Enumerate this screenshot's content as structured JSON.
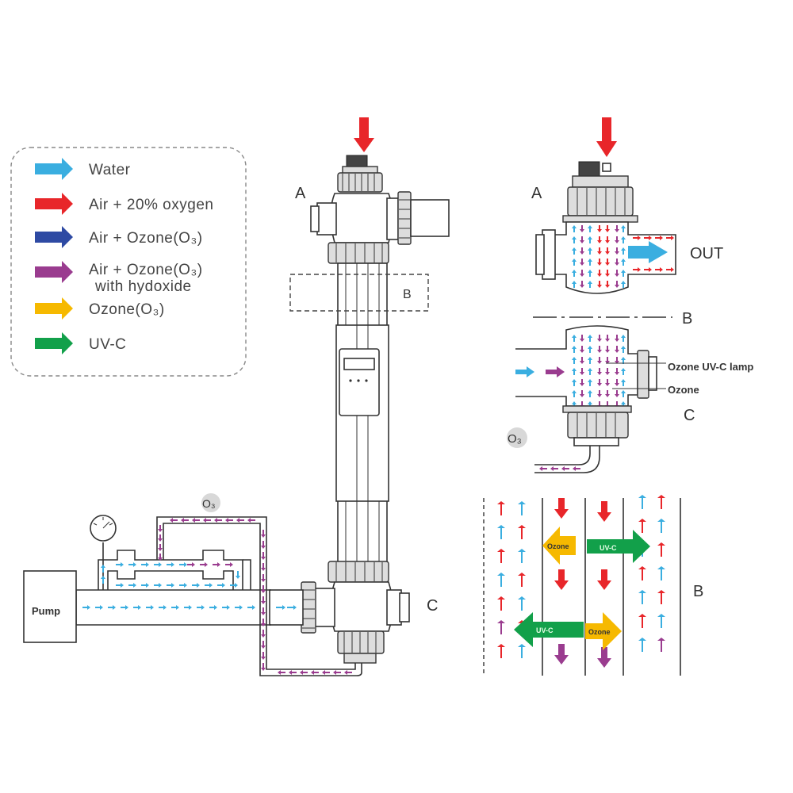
{
  "legend": {
    "items": [
      {
        "label": "Water",
        "color": "#3aaee0",
        "icon": "arrow-right-icon"
      },
      {
        "label": "Air + 20% oxygen",
        "color": "#e8262a",
        "icon": "arrow-right-icon"
      },
      {
        "label_main": "Air + Ozone",
        "label_sub": "(O₃)",
        "color": "#2e4aa3",
        "icon": "arrow-right-icon"
      },
      {
        "label_main": "Air + Ozone",
        "label_sub": "(O₃)",
        "label_line2": "with hydoxide",
        "color": "#9a3c8f",
        "icon": "arrow-right-icon"
      },
      {
        "label_main": "Ozone",
        "label_sub": "(O₃)",
        "color": "#f6b900",
        "icon": "arrow-right-icon"
      },
      {
        "label": "UV-C",
        "color": "#12a04a",
        "icon": "arrow-right-icon"
      }
    ]
  },
  "labels": {
    "a_main": "A",
    "b_main": "B",
    "c_main": "C",
    "pump": "Pump",
    "o3_main": "O₃",
    "a_detail": "A",
    "out": "OUT",
    "b_detail": "B",
    "c_detail": "C",
    "ozone_uvc_lamp": "Ozone UV-C lamp",
    "ozone_callout": "Ozone",
    "o3_detail": "O₃",
    "b_flow": "B",
    "ozone_arrow_1": "Ozone",
    "uvc_arrow_1": "UV-C",
    "uvc_arrow_2": "UV-C",
    "ozone_arrow_2": "Ozone"
  },
  "colors": {
    "water": "#3aaee0",
    "air": "#e8262a",
    "ozone_air": "#2e4aa3",
    "hydroxide": "#9a3c8f",
    "ozone": "#f6b900",
    "uvc": "#12a04a"
  }
}
